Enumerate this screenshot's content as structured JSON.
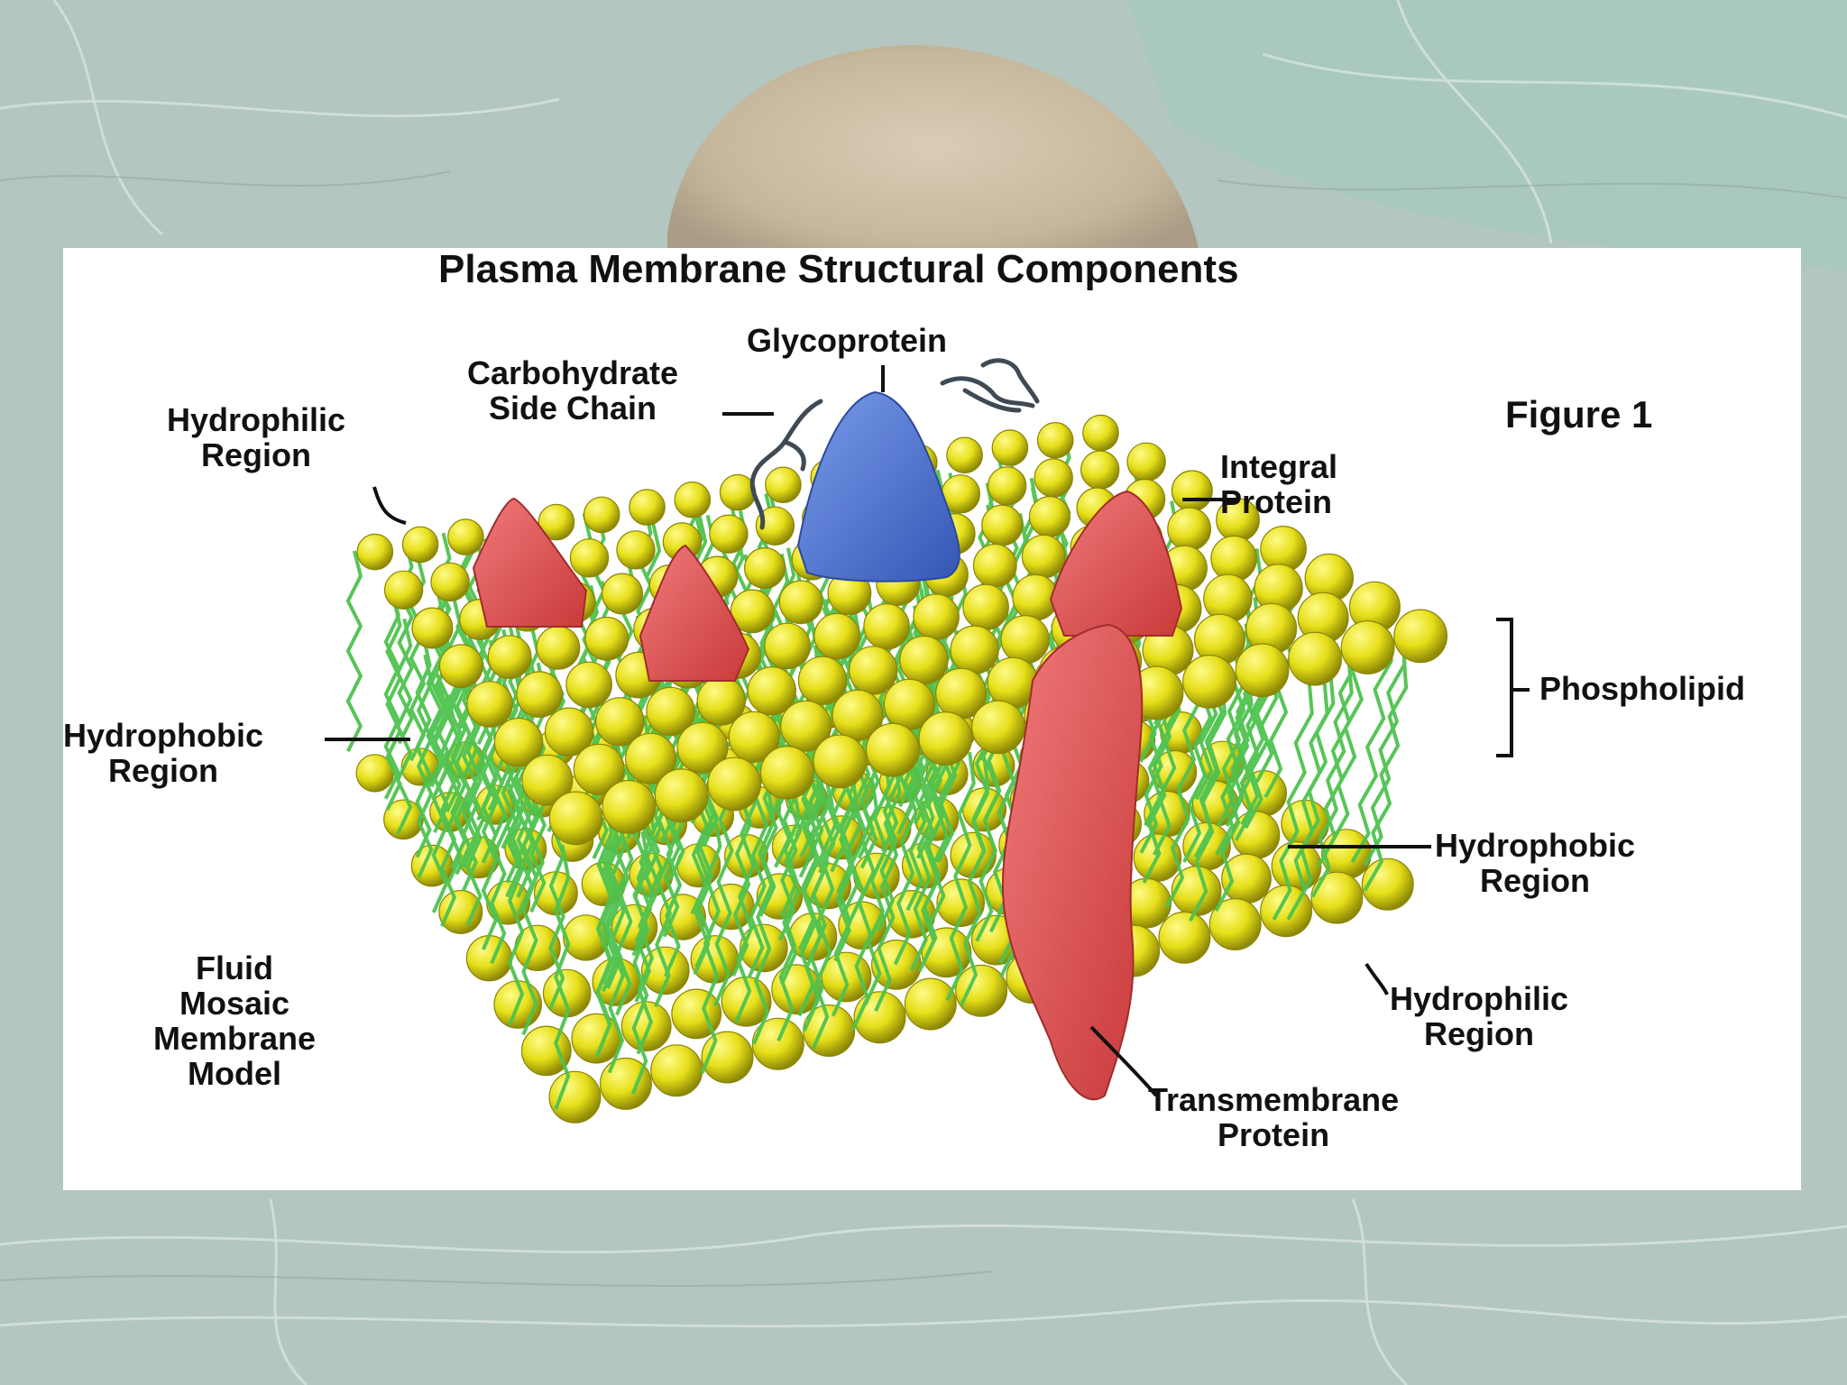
{
  "diagram": {
    "title": "Plasma Membrane Structural Components",
    "figure_label": "Figure 1",
    "labels": {
      "glycoprotein": "Glycoprotein",
      "carbohydrate_side_chain": [
        "Carbohydrate",
        "Side Chain"
      ],
      "hydrophilic_region_top": [
        "Hydrophilic",
        "Region"
      ],
      "integral_protein": [
        "Integral",
        "Protein"
      ],
      "phospholipid": "Phospholipid",
      "hydrophobic_region_left": [
        "Hydrophobic",
        "Region"
      ],
      "hydrophobic_region_right": [
        "Hydrophobic",
        "Region"
      ],
      "hydrophilic_region_bottom": [
        "Hydrophilic",
        "Region"
      ],
      "fluid_mosaic_model": [
        "Fluid",
        "Mosaic",
        "Membrane",
        "Model"
      ],
      "transmembrane_protein": [
        "Transmembrane",
        "Protein"
      ]
    }
  },
  "colors": {
    "phospholipid_head": "#e6df19",
    "lipid_tail": "#4fc24f",
    "integral_protein": "#e15252",
    "glycoprotein": "#4f78d6",
    "label_text": "#111111",
    "panel_background": "#ffffff"
  }
}
